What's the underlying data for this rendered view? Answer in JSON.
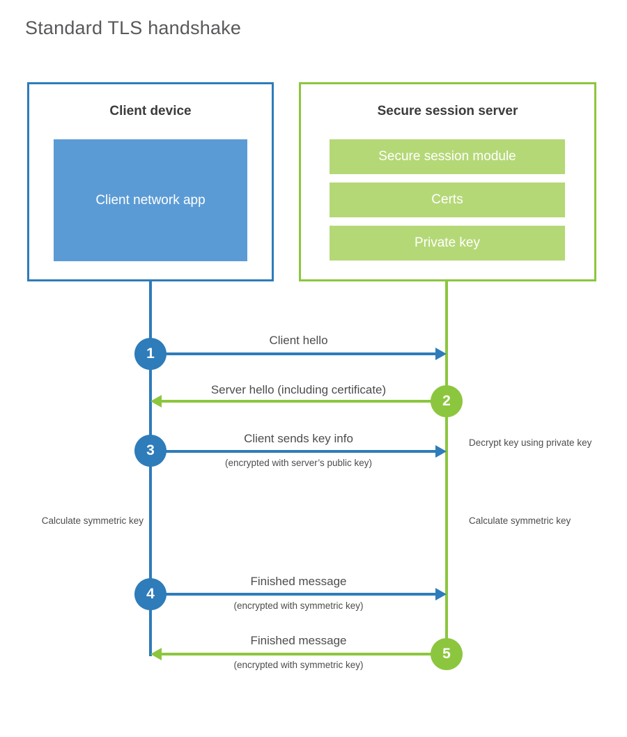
{
  "title": "Standard TLS handshake",
  "colors": {
    "client_blue": "#2e7cba",
    "client_app_fill": "#5b9bd5",
    "server_green": "#8cc63e",
    "server_bar_fill": "#b5d877",
    "text_gray": "#4c4c4e",
    "title_gray": "#59595c"
  },
  "client": {
    "title": "Client device",
    "app_label": "Client network app"
  },
  "server": {
    "title": "Secure session server",
    "components": [
      {
        "label": "Secure session module"
      },
      {
        "label": "Certs"
      },
      {
        "label": "Private key"
      }
    ]
  },
  "steps": [
    {
      "number": "1",
      "label": "Client hello",
      "sub": "",
      "direction": "client-to-server",
      "color": "#2e7cba"
    },
    {
      "number": "2",
      "label": "Server hello (including certificate)",
      "sub": "",
      "direction": "server-to-client",
      "color": "#8cc63e"
    },
    {
      "number": "3",
      "label": "Client sends key info",
      "sub": "(encrypted with server’s public key)",
      "direction": "client-to-server",
      "color": "#2e7cba"
    },
    {
      "number": "4",
      "label": "Finished message",
      "sub": "(encrypted with symmetric key)",
      "direction": "client-to-server",
      "color": "#2e7cba"
    },
    {
      "number": "5",
      "label": "Finished message",
      "sub": "(encrypted with symmetric key)",
      "direction": "server-to-client",
      "color": "#8cc63e"
    }
  ],
  "notes": {
    "server_decrypt": "Decrypt key using private key",
    "client_calculate": "Calculate symmetric key",
    "server_calculate": "Calculate symmetric key"
  }
}
